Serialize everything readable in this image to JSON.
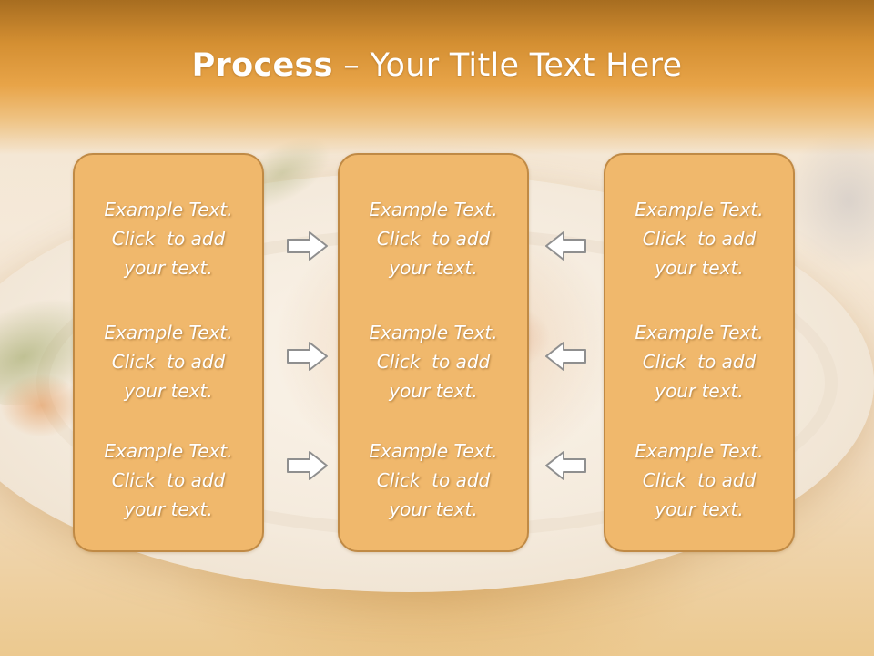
{
  "slide": {
    "title_bold": "Process",
    "title_rest": " – Your Title Text Here"
  },
  "columns": [
    {
      "items": [
        {
          "line1": "Example Text.",
          "line2": "Click  to add",
          "line3": "your text."
        },
        {
          "line1": "Example Text.",
          "line2": "Click  to add",
          "line3": "your text."
        },
        {
          "line1": "Example Text.",
          "line2": "Click  to add",
          "line3": "your text."
        }
      ]
    },
    {
      "items": [
        {
          "line1": "Example Text.",
          "line2": "Click  to add",
          "line3": "your text."
        },
        {
          "line1": "Example Text.",
          "line2": "Click  to add",
          "line3": "your text."
        },
        {
          "line1": "Example Text.",
          "line2": "Click  to add",
          "line3": "your text."
        }
      ]
    },
    {
      "items": [
        {
          "line1": "Example Text.",
          "line2": "Click  to add",
          "line3": "your text."
        },
        {
          "line1": "Example Text.",
          "line2": "Click  to add",
          "line3": "your text."
        },
        {
          "line1": "Example Text.",
          "line2": "Click  to add",
          "line3": "your text."
        }
      ]
    }
  ],
  "arrows": {
    "left_group": "arrow-right-icon",
    "right_group": "arrow-left-icon"
  },
  "colors": {
    "title_band": "#e8a448",
    "box_fill": "#f0b86c",
    "box_border": "#c08a45",
    "text": "#ffffff"
  }
}
